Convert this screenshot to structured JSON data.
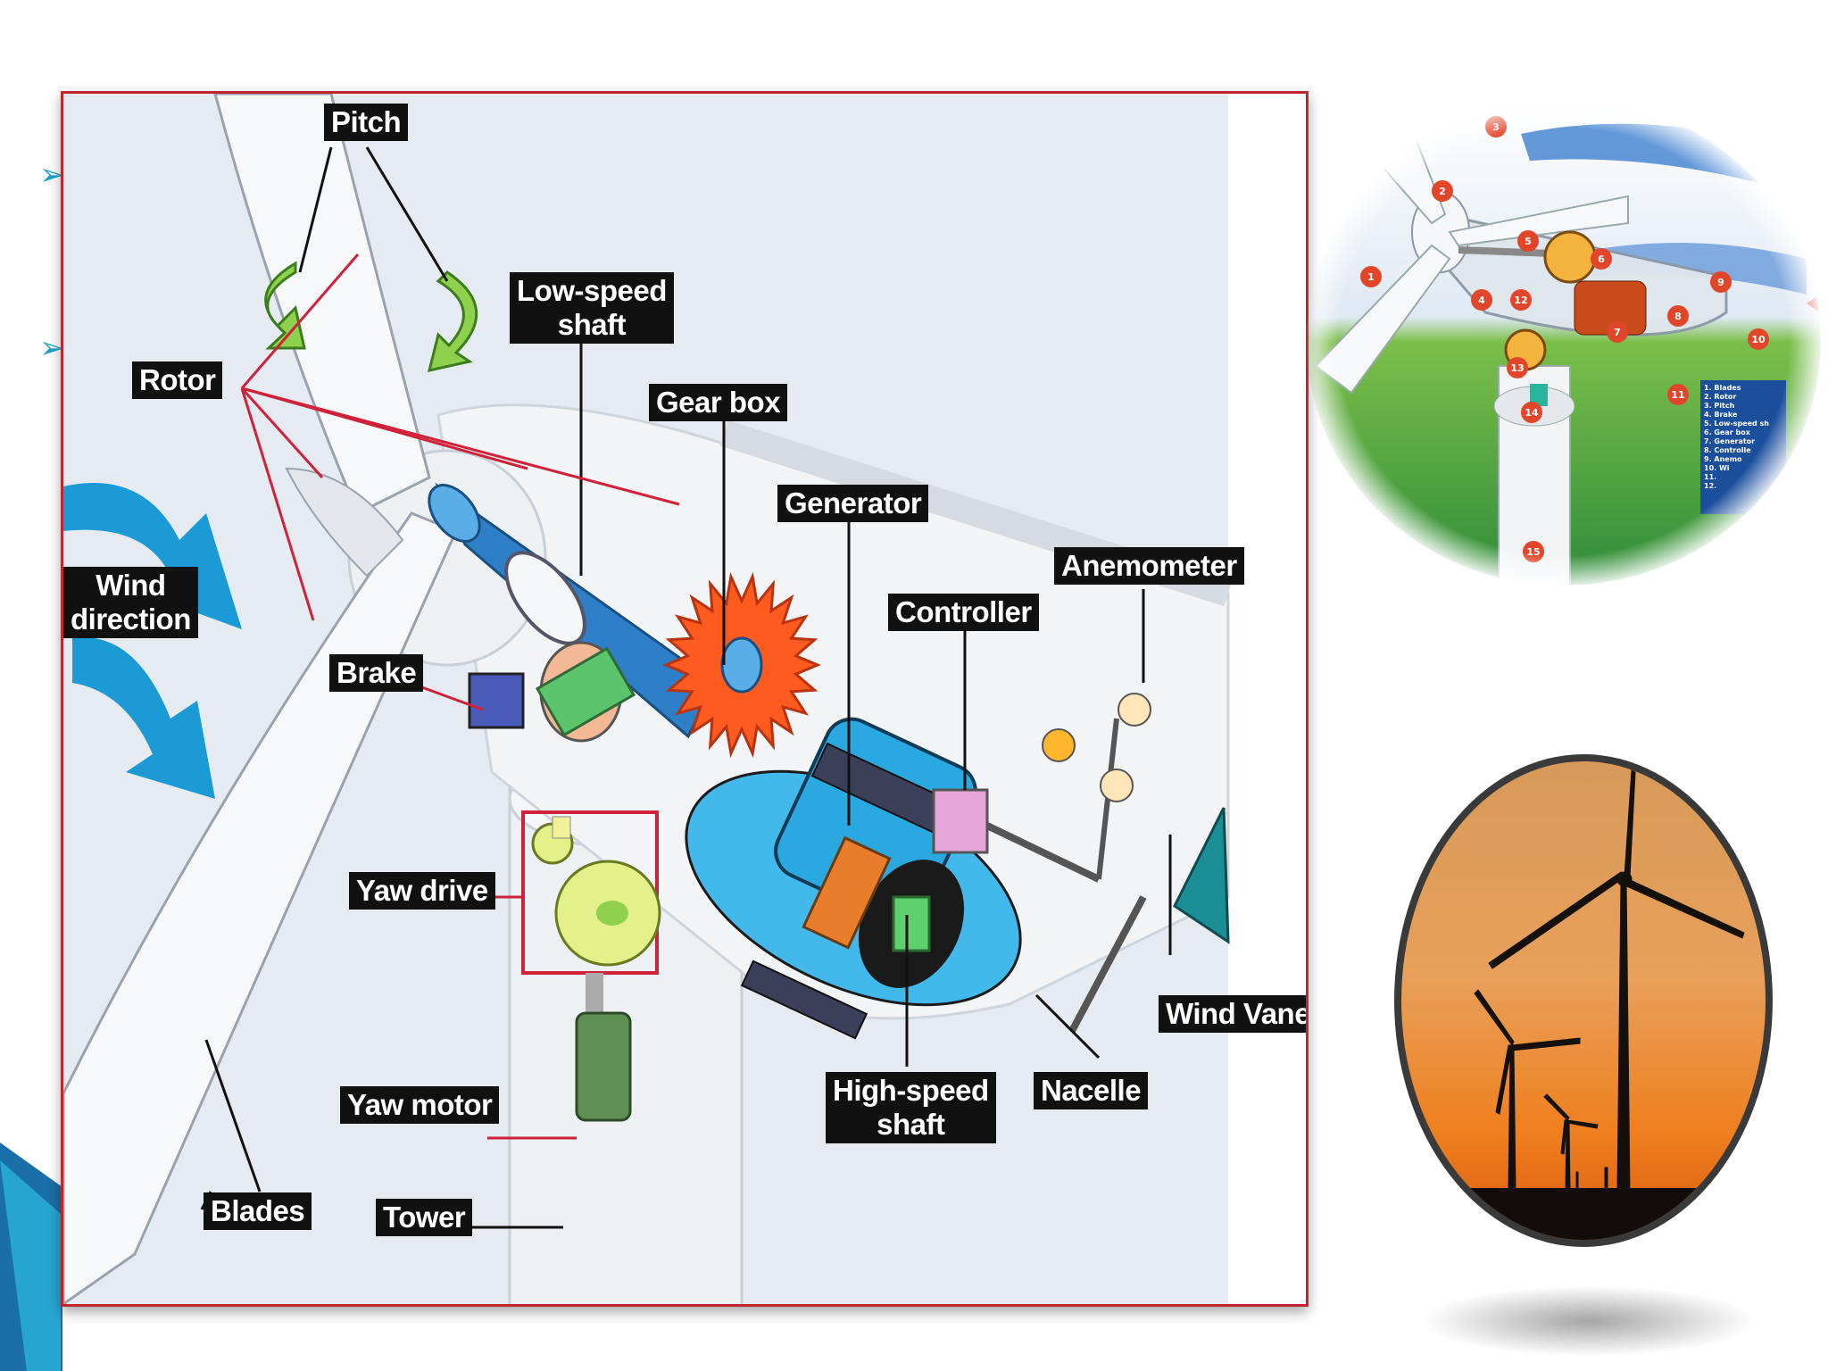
{
  "labels": {
    "pitch": "Pitch",
    "rotor": "Rotor",
    "low_speed_shaft_1": "Low-speed",
    "low_speed_shaft_2": "shaft",
    "gear_box": "Gear box",
    "generator": "Generator",
    "anemometer": "Anemometer",
    "controller": "Controller",
    "wind_direction_1": "Wind",
    "wind_direction_2": "direction",
    "brake": "Brake",
    "yaw_drive": "Yaw drive",
    "wind_vane": "Wind Vane",
    "yaw_motor": "Yaw motor",
    "high_speed_shaft_1": "High-speed",
    "high_speed_shaft_2": "shaft",
    "nacelle": "Nacelle",
    "blades": "Blades",
    "tower": "Tower"
  },
  "bullets": [
    "➢",
    "➢"
  ],
  "circle_numbers": [
    "1",
    "2",
    "3",
    "4",
    "5",
    "6",
    "7",
    "8",
    "9",
    "10",
    "11",
    "12",
    "13",
    "14",
    "15"
  ],
  "legend": [
    "1. Blades",
    "2. Rotor",
    "3. Pitch",
    "4. Brake",
    "5. Low-speed sh",
    "6. Gear box",
    "7. Generator",
    "8. Controlle",
    "9. Anemo",
    "10. Wi",
    "11.",
    "12."
  ],
  "colors": {
    "label_bg": "#111111",
    "leader_red": "#d0213a",
    "gear_orange": "#ff5a1f",
    "shaft_blue": "#2f7fc8",
    "generator_blue": "#2aa9e0",
    "wind_arrow": "#1b9ad6",
    "frame_red": "#c0262e",
    "slide_accent": "#1aa3c8"
  }
}
